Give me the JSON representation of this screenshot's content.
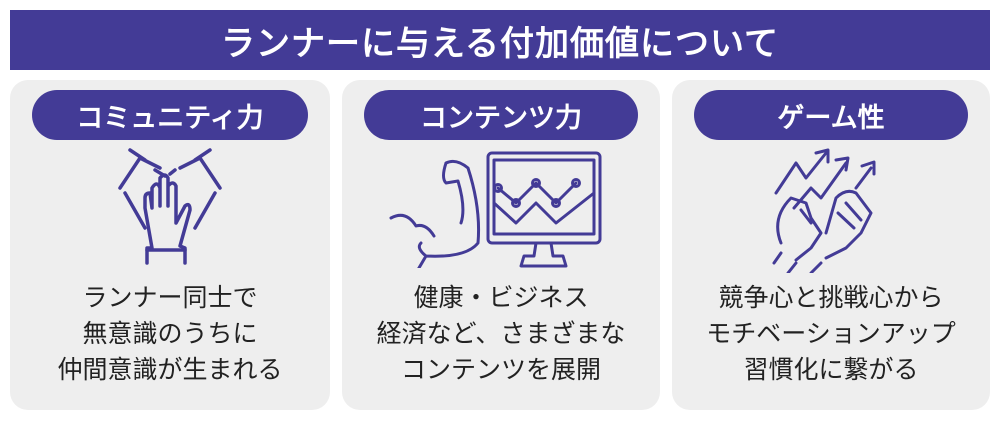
{
  "title": "ランナーに与える付加価値について",
  "colors": {
    "accent": "#433b96",
    "panel": "#eeeeee"
  },
  "cards": [
    {
      "heading": "コミュニティ力",
      "icon": "hands-together-icon",
      "lines": [
        "ランナー同士で",
        "無意識のうちに",
        "仲間意識が生まれる"
      ]
    },
    {
      "heading": "コンテンツ力",
      "icon": "muscle-and-monitor-chart-icon",
      "lines": [
        "健康・ビジネス",
        "経済など、さまざまな",
        "コンテンツを展開"
      ]
    },
    {
      "heading": "ゲーム性",
      "icon": "fists-rising-arrows-icon",
      "lines": [
        "競争心と挑戦心から",
        "モチベーションアップ",
        "習慣化に繋がる"
      ]
    }
  ]
}
